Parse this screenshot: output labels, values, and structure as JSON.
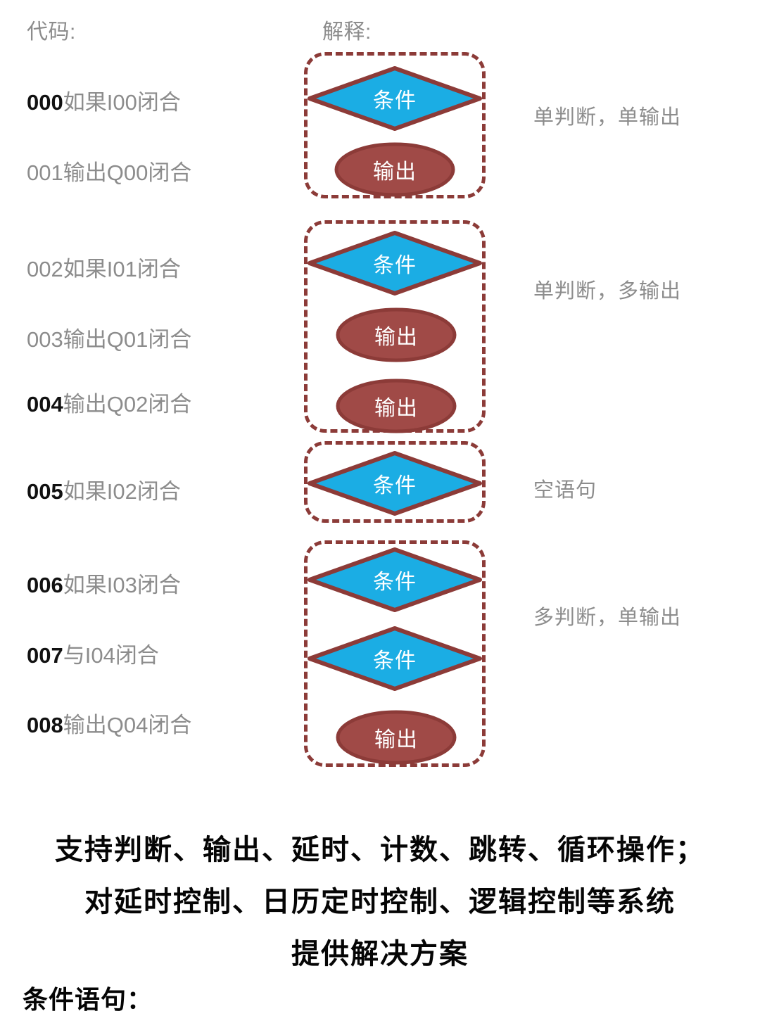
{
  "headers": {
    "code": "代码:",
    "explanation": "解释:"
  },
  "code_lines": [
    {
      "num": "000",
      "text": "如果I00闭合",
      "emphasis": true
    },
    {
      "num": "001",
      "text": "输出Q00闭合",
      "emphasis": false
    },
    {
      "num": "002",
      "text": "如果I01闭合",
      "emphasis": false
    },
    {
      "num": "003",
      "text": "输出Q01闭合",
      "emphasis": false
    },
    {
      "num": "004",
      "text": "输出Q02闭合",
      "emphasis": true
    },
    {
      "num": "005",
      "text": "如果I02闭合",
      "emphasis": true
    },
    {
      "num": "006",
      "text": "如果I03闭合",
      "emphasis": true
    },
    {
      "num": "007",
      "text": "与I04闭合",
      "emphasis": true
    },
    {
      "num": "008",
      "text": "输出Q04闭合",
      "emphasis": true
    }
  ],
  "groups": [
    {
      "id": "single-condition-single-output",
      "explanation": "单判断，单输出",
      "shapes": [
        {
          "type": "diamond",
          "label": "条件"
        },
        {
          "type": "ellipse",
          "label": "输出"
        }
      ]
    },
    {
      "id": "single-condition-multi-output",
      "explanation": "单判断，多输出",
      "shapes": [
        {
          "type": "diamond",
          "label": "条件"
        },
        {
          "type": "ellipse",
          "label": "输出"
        },
        {
          "type": "ellipse",
          "label": "输出"
        }
      ]
    },
    {
      "id": "empty-statement",
      "explanation": "空语句",
      "shapes": [
        {
          "type": "diamond",
          "label": "条件"
        }
      ]
    },
    {
      "id": "multi-condition-single-output",
      "explanation": "多判断，单输出",
      "shapes": [
        {
          "type": "diamond",
          "label": "条件"
        },
        {
          "type": "diamond",
          "label": "条件"
        },
        {
          "type": "ellipse",
          "label": "输出"
        }
      ]
    }
  ],
  "summary_lines": [
    "支持判断、输出、延时、计数、跳转、循环操作；",
    "对延时控制、日历定时控制、逻辑控制等系统",
    "提供解决方案"
  ],
  "footer_label": "条件语句：",
  "colors": {
    "diamond_fill": "#1BADE4",
    "diamond_stroke": "#8C3B38",
    "ellipse_fill": "#A04A47",
    "ellipse_stroke": "#8C3B38",
    "group_border": "#8C3B38",
    "code_text": "#8C8C8C",
    "code_num_emphasis": "#111111",
    "explanation_text": "#8C8C8C",
    "summary_text": "#050505",
    "shape_label": "#FFFFFF",
    "background": "#FFFFFF"
  }
}
